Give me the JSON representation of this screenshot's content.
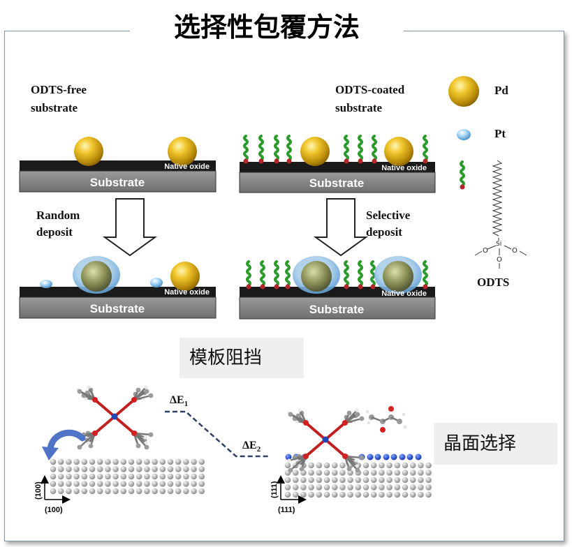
{
  "title": "选择性包覆方法",
  "diagram": {
    "left_header": [
      "ODTS-free",
      "substrate"
    ],
    "right_header": [
      "ODTS-coated",
      "substrate"
    ],
    "legend": {
      "pd": "Pd",
      "pt": "Pt",
      "odts": "ODTS",
      "si": "Si",
      "o": "O"
    },
    "native_oxide": "Native oxide",
    "substrate": "Substrate",
    "random_deposit": [
      "Random",
      "deposit"
    ],
    "selective_deposit": [
      "Selective",
      "deposit"
    ]
  },
  "labels": {
    "template_blocking": "模板阻挡",
    "facet_selection": "晶面选择"
  },
  "energy": {
    "e1_main": "ΔE",
    "e1_sub": "1",
    "e2_main": "ΔE",
    "e2_sub": "2"
  },
  "crystal": {
    "left_axis_y": "(100)",
    "left_axis_x": "(100)",
    "right_axis_y": "(111)",
    "right_axis_x": "(111)"
  },
  "colors": {
    "pd": "#e2b321",
    "pt": "#8ec5ee",
    "ligand": "#2c9a2c",
    "frame": "#7f96aa"
  }
}
